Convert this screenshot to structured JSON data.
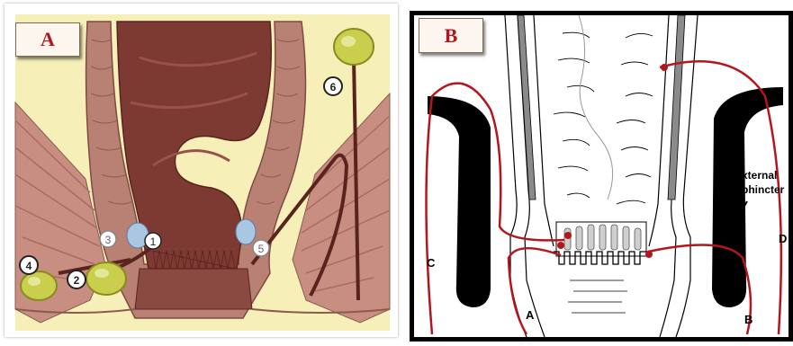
{
  "panel_a": {
    "tag": "A",
    "markers": [
      "1",
      "2",
      "3",
      "4",
      "5",
      "6"
    ]
  },
  "panel_b": {
    "tag": "B",
    "labels": {
      "external_sphincter_line1": "External",
      "external_sphincter_line2": "Sphincter",
      "a": "A",
      "b": "B",
      "c": "C",
      "d": "D"
    }
  },
  "colors": {
    "tract_red": "#b3171d",
    "tag_text": "#b3171d",
    "fat_yellow": "#f6f0b8",
    "muscle": "#c88f80",
    "lumen": "#7c3a32",
    "abscess": "#c9cf4c"
  }
}
